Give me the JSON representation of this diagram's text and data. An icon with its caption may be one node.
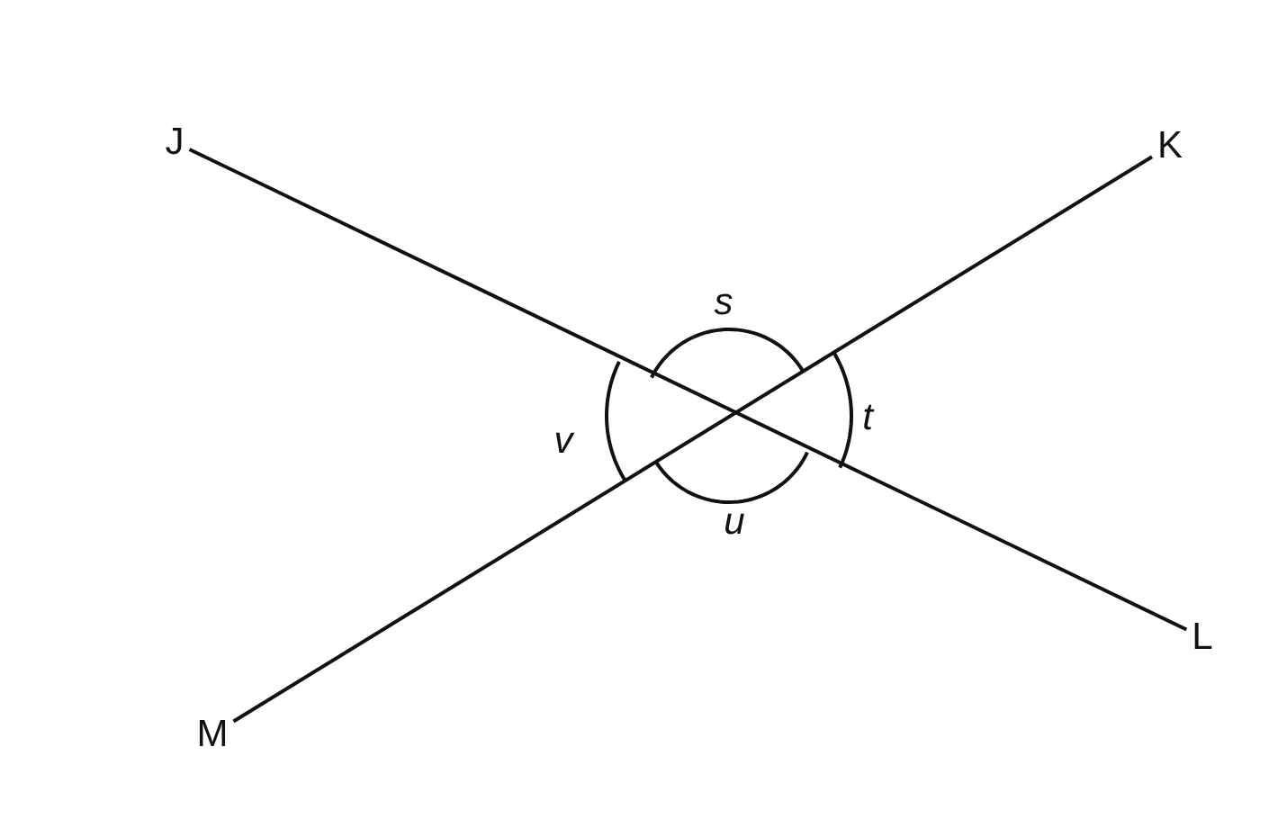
{
  "diagram": {
    "nodes": [
      {
        "text": [
          "J"
        ]
      },
      {
        "text": [
          "K"
        ]
      },
      {
        "text": [
          "L"
        ]
      },
      {
        "text": [
          "M"
        ]
      }
    ],
    "edges": [
      {
        "from": 0,
        "to": 2,
        "arrow": "none"
      },
      {
        "from": 3,
        "to": 1,
        "arrow": "none"
      }
    ],
    "labels": [
      "s",
      "v",
      "t",
      "u"
    ]
  }
}
